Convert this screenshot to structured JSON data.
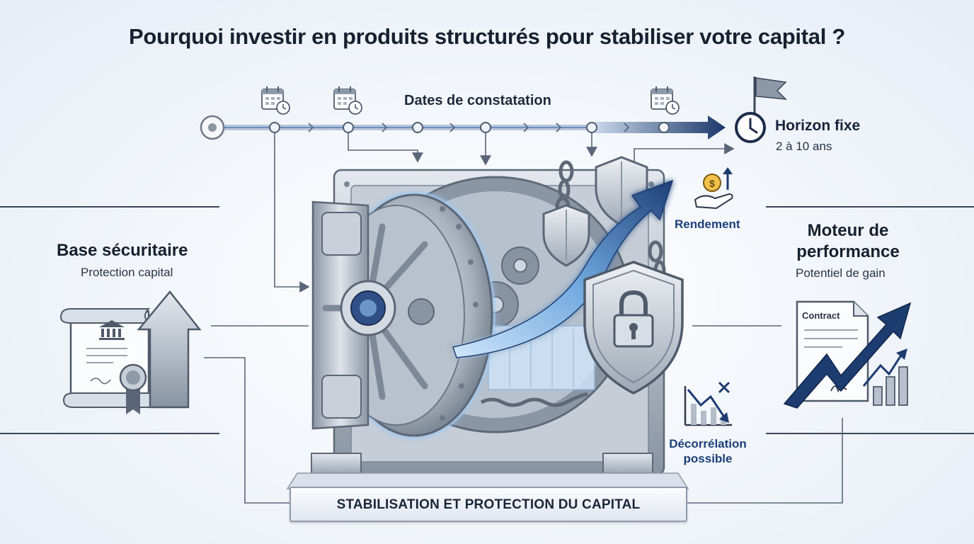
{
  "title": "Pourquoi investir en produits structurés pour stabiliser votre capital ?",
  "timeline": {
    "label": "Dates de constatation",
    "horizon_title": "Horizon fixe",
    "horizon_sub": "2 à 10 ans"
  },
  "left_panel": {
    "title": "Base sécuritaire",
    "subtitle": "Protection capital"
  },
  "right_panel": {
    "title": "Moteur de performance",
    "subtitle": "Potentiel de gain",
    "document_label": "Contract"
  },
  "callouts": {
    "rendement": "Rendement",
    "decorrelation": "Décorrélation possible"
  },
  "banner": "STABILISATION ET PROTECTION DU CAPITAL",
  "icons": [
    "calendar-clock-icon",
    "flag-icon",
    "clock-icon",
    "coin-hand-icon",
    "vault-icon",
    "shield-icon",
    "padlock-shield-icon",
    "chain-icon",
    "growth-arrow-icon",
    "diploma-icon",
    "bank-icon",
    "seal-icon",
    "up-arrow-icon",
    "contract-icon",
    "bar-chart-icon",
    "downtrend-chart-icon"
  ],
  "colors": {
    "navy": "#1d3c70",
    "steel": "#9aa5b3",
    "glow": "#6fb4f0",
    "line": "#5a6678"
  }
}
